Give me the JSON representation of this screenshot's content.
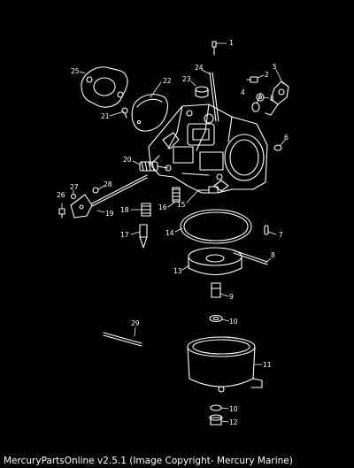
{
  "diagram": {
    "callouts": [
      {
        "n": "1"
      },
      {
        "n": "2"
      },
      {
        "n": "3"
      },
      {
        "n": "4"
      },
      {
        "n": "5"
      },
      {
        "n": "6"
      },
      {
        "n": "7"
      },
      {
        "n": "8"
      },
      {
        "n": "9"
      },
      {
        "n": "10"
      },
      {
        "n": "11"
      },
      {
        "n": "10"
      },
      {
        "n": "12"
      },
      {
        "n": "13"
      },
      {
        "n": "14"
      },
      {
        "n": "15"
      },
      {
        "n": "16"
      },
      {
        "n": "17"
      },
      {
        "n": "18"
      },
      {
        "n": "19"
      },
      {
        "n": "20"
      },
      {
        "n": "21"
      },
      {
        "n": "22"
      },
      {
        "n": "23"
      },
      {
        "n": "24"
      },
      {
        "n": "25"
      },
      {
        "n": "26"
      },
      {
        "n": "27"
      },
      {
        "n": "28"
      },
      {
        "n": "29"
      }
    ]
  },
  "footer": {
    "text": "MercuryPartsOnline v2.5.1 (Image Copyright- Mercury Marine)"
  },
  "colors": {
    "background": "#000000",
    "line": "#ffffff"
  }
}
